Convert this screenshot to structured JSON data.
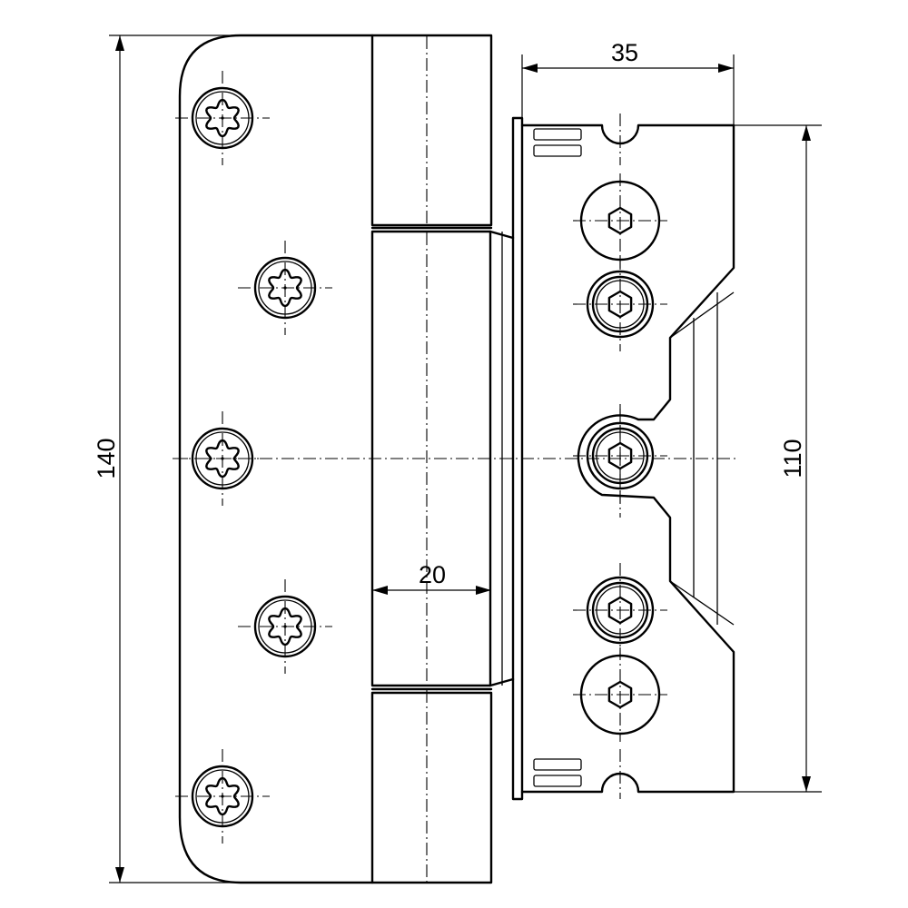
{
  "dimensions": {
    "overall_height": "140",
    "frame_depth": "35",
    "frame_height": "110",
    "barrel_width": "20"
  },
  "colors": {
    "line": "#000000",
    "background": "#ffffff"
  }
}
